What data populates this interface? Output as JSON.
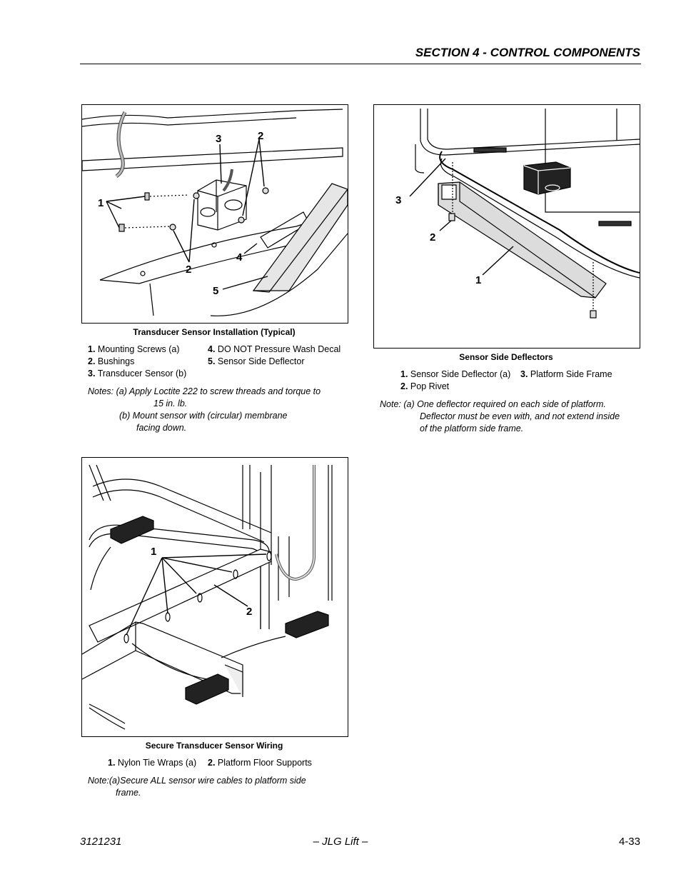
{
  "header": {
    "section_title": "SECTION 4 - CONTROL COMPONENTS"
  },
  "figure1": {
    "title": "Transducer Sensor Installation (Typical)",
    "callouts": [
      "1",
      "2",
      "2",
      "3",
      "4",
      "5"
    ],
    "legend": [
      {
        "num": "1.",
        "text": "Mounting Screws (a)"
      },
      {
        "num": "2.",
        "text": "Bushings"
      },
      {
        "num": "3.",
        "text": "Transducer Sensor (b)"
      },
      {
        "num": "4.",
        "text": "DO NOT Pressure Wash Decal"
      },
      {
        "num": "5.",
        "text": "Sensor Side Deflector"
      }
    ],
    "notes": [
      "Notes:   (a) Apply Loctite 222 to screw threads and torque to",
      "15 in. lb.",
      "(b) Mount sensor with (circular) membrane",
      "facing down."
    ]
  },
  "figure2": {
    "title": "Sensor Side Deflectors",
    "callouts": [
      "1",
      "2",
      "3"
    ],
    "legend": [
      {
        "num": "1.",
        "text": "Sensor Side Deflector (a)"
      },
      {
        "num": "2.",
        "text": "Pop Rivet"
      },
      {
        "num": "3.",
        "text": "Platform Side Frame"
      }
    ],
    "notes": [
      "Note:  (a)  One deflector required on each side of platform.",
      "Deflector must be even with, and not extend inside",
      "of the platform side frame."
    ]
  },
  "figure3": {
    "title": "Secure Transducer Sensor Wiring",
    "callouts": [
      "1",
      "2"
    ],
    "legend": [
      {
        "num": "1.",
        "text": "Nylon Tie Wraps (a)"
      },
      {
        "num": "2.",
        "text": "Platform Floor Supports"
      }
    ],
    "notes": [
      "Note:(a)Secure ALL sensor wire cables to platform side",
      "frame."
    ]
  },
  "footer": {
    "doc_number": "3121231",
    "center": "– JLG Lift –",
    "page": "4-33"
  }
}
